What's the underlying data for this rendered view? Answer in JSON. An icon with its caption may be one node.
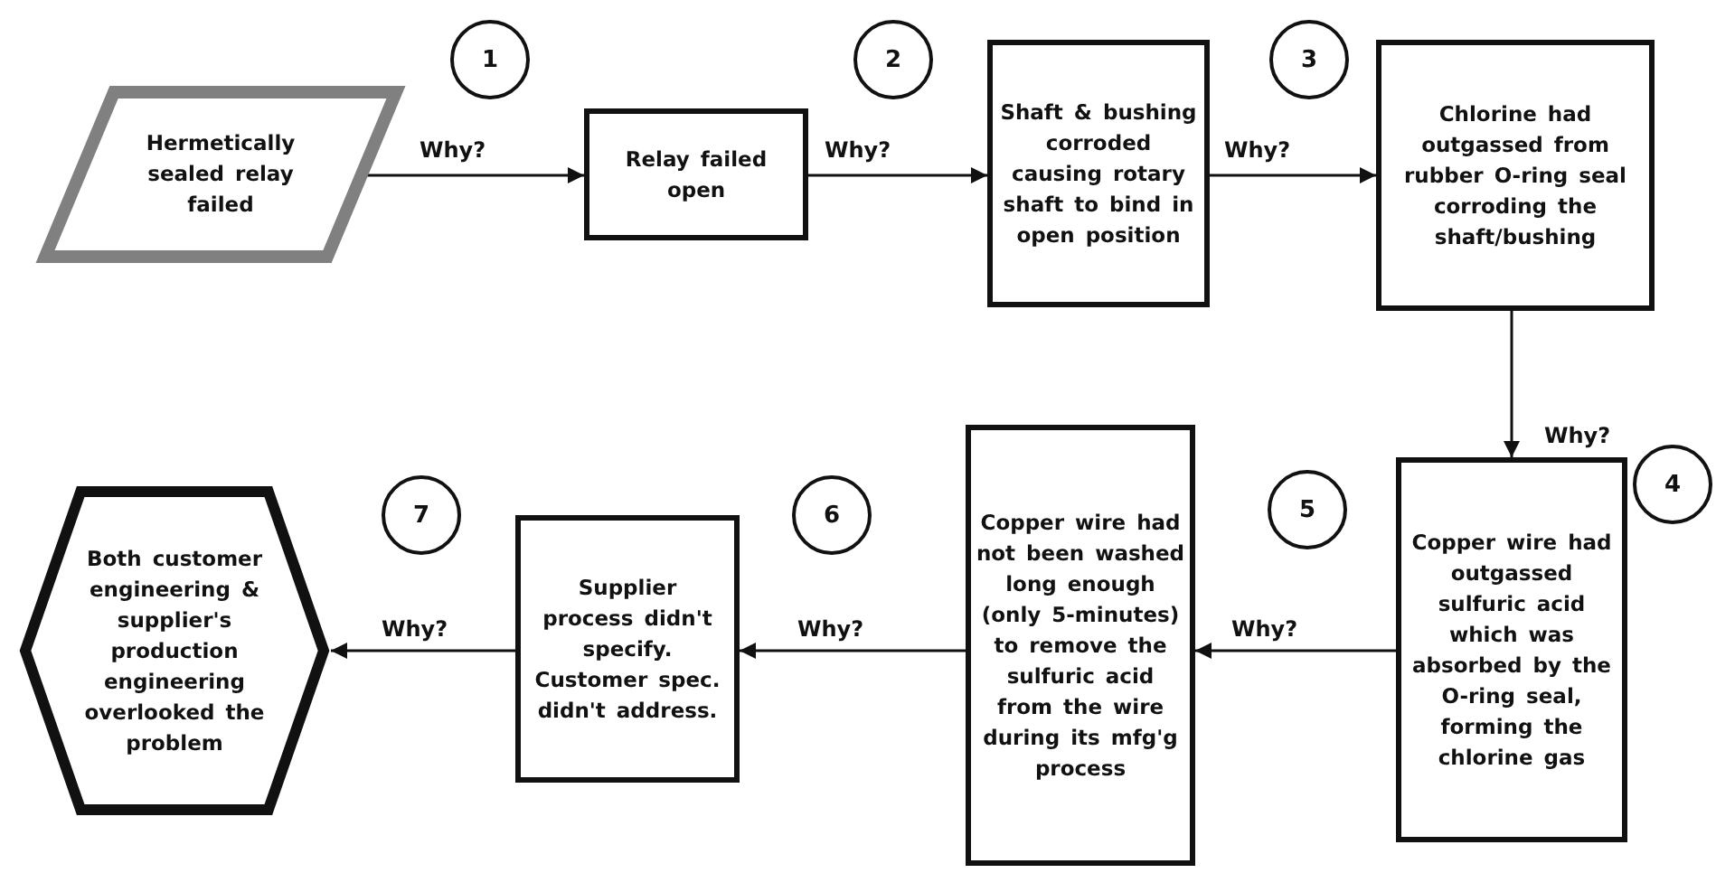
{
  "diagram": {
    "nodes": [
      {
        "text": [
          "Hermetically sealed relay failed"
        ]
      },
      {
        "text": [
          "Relay failed open"
        ]
      },
      {
        "text": [
          "Shaft & bushing corroded causing rotary shaft to bind in open position"
        ]
      },
      {
        "text": [
          "Chlorine had outgassed from rubber O-ring seal corroding the shaft/bushing"
        ]
      },
      {
        "text": [
          "Copper wire had outgassed sulfuric acid which was absorbed by the O-ring seal, forming the chlorine gas"
        ]
      },
      {
        "text": [
          "Copper wire had not been washed long enough (only 5-minutes) to remove the sulfuric acid from the wire during its mfg'g process"
        ]
      },
      {
        "text": [
          "Supplier process didn't specify. Customer spec. didn't address."
        ]
      },
      {
        "text": [
          "Both customer engineering & supplier's production engineering overlooked the problem"
        ]
      }
    ],
    "edges": [
      {
        "from": 0,
        "to": 1,
        "arrow": "to",
        "label": "Why?"
      },
      {
        "from": 1,
        "to": 2,
        "arrow": "to",
        "label": "Why?"
      },
      {
        "from": 2,
        "to": 3,
        "arrow": "to",
        "label": "Why?"
      },
      {
        "from": 3,
        "to": 4,
        "arrow": "to",
        "label": "Why?"
      },
      {
        "from": 4,
        "to": 5,
        "arrow": "to",
        "label": "Why?"
      },
      {
        "from": 5,
        "to": 6,
        "arrow": "to",
        "label": "Why?"
      },
      {
        "from": 6,
        "to": 7,
        "arrow": "to",
        "label": "Why?"
      }
    ],
    "labels": [
      "1",
      "2",
      "3",
      "4",
      "5",
      "6",
      "7"
    ]
  }
}
